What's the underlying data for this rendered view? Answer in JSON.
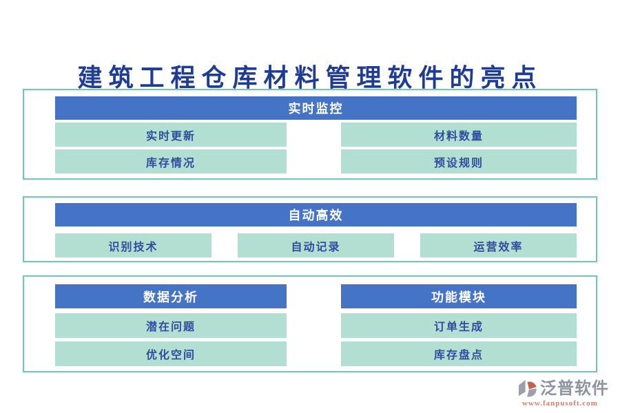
{
  "title": "建筑工程仓库材料管理软件的亮点",
  "sections": [
    {
      "header": "实时监控",
      "items": [
        "实时更新",
        "材料数量",
        "库存情况",
        "预设规则"
      ]
    },
    {
      "header": "自动高效",
      "items": [
        "识别技术",
        "自动记录",
        "运营效率"
      ]
    },
    {
      "header": "数据分析",
      "items": [
        "潜在问题",
        "优化空间"
      ]
    },
    {
      "header": "功能模块",
      "items": [
        "订单生成",
        "库存盘点"
      ]
    }
  ],
  "footer": {
    "brand": "泛普软件",
    "url": "www.fanpusoft.com"
  },
  "colors": {
    "header_blue": "#4573C5",
    "item_bg": "#B3DFD3",
    "box_border": "#6FC7B8",
    "item_text": "#2F4D9E",
    "title_text": "#1E3C96",
    "brand_gray": "#8E93A1",
    "url_salmon": "#CF8070",
    "icon_orange": "#C8614A",
    "icon_gray": "#9BA0AC"
  }
}
